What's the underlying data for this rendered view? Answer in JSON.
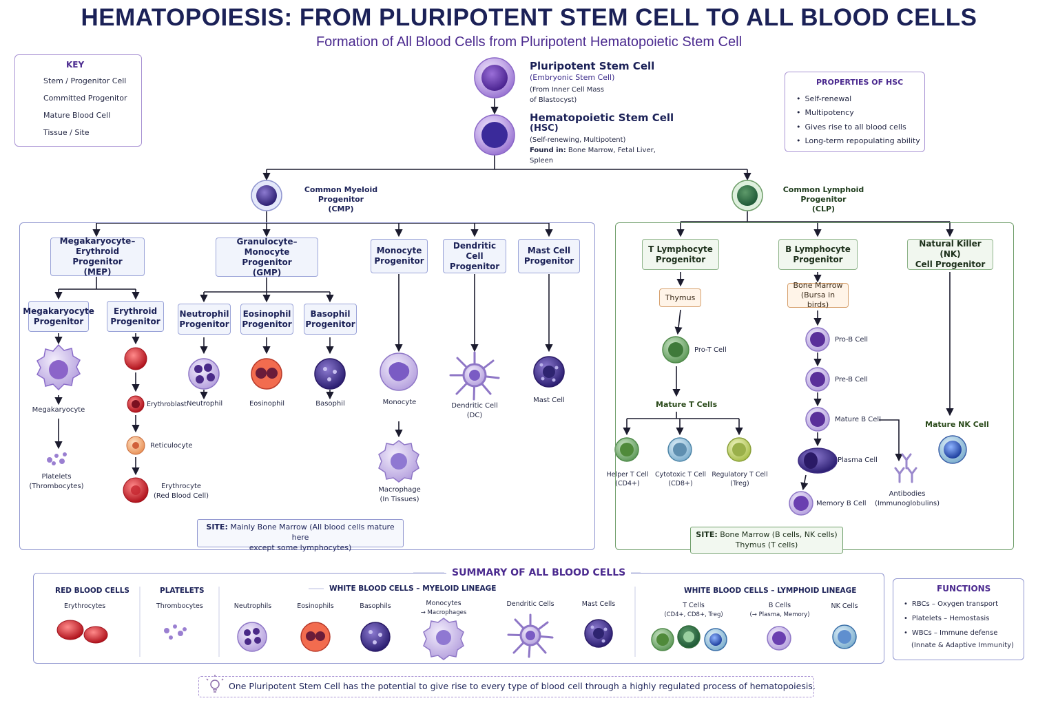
{
  "title": "HEMATOPOIESIS: FROM PLURIPOTENT STEM CELL TO ALL BLOOD CELLS",
  "subtitle": "Formation of All Blood Cells from Pluripotent Hematopoietic Stem Cell",
  "key": {
    "title": "KEY",
    "items": [
      "Stem / Progenitor Cell",
      "Committed Progenitor",
      "Mature Blood Cell",
      "Tissue / Site"
    ]
  },
  "stem": {
    "psc_title": "Pluripotent Stem Cell",
    "psc_sub": "(Embryonic Stem Cell)",
    "psc_note1": "(From Inner Cell Mass",
    "psc_note2": "of Blastocyst)",
    "hsc_title": "Hematopoietic Stem Cell",
    "hsc_abbr": "(HSC)",
    "hsc_note": "(Self-renewing, Multipotent)",
    "hsc_found_label": "Found in:",
    "hsc_found": "Bone Marrow, Fetal Liver,",
    "hsc_found2": "Spleen"
  },
  "properties": {
    "title": "PROPERTIES OF HSC",
    "items": [
      "Self-renewal",
      "Multipotency",
      "Gives rise to all blood cells",
      "Long-term repopulating ability"
    ]
  },
  "myeloid": {
    "cmp": "Common Myeloid Progenitor\n(CMP)",
    "mep": "Megakaryocyte–\nErythroid Progenitor\n(MEP)",
    "gmp": "Granulocyte–Monocyte\nProgenitor\n(GMP)",
    "mono_prog": "Monocyte\nProgenitor",
    "dc_prog": "Dendritic Cell\nProgenitor",
    "mast_prog": "Mast Cell\nProgenitor",
    "mega_prog": "Megakaryocyte\nProgenitor",
    "ery_prog": "Erythroid\nProgenitor",
    "neut_prog": "Neutrophil\nProgenitor",
    "eos_prog": "Eosinophil\nProgenitor",
    "baso_prog": "Basophil\nProgenitor",
    "megakaryocyte": "Megakaryocyte",
    "platelets": "Platelets\n(Thrombocytes)",
    "erythroblast": "Erythroblast",
    "reticulocyte": "Reticulocyte",
    "erythrocyte": "Erythrocyte\n(Red Blood Cell)",
    "neutrophil": "Neutrophil",
    "eosinophil": "Eosinophil",
    "basophil": "Basophil",
    "monocyte": "Monocyte",
    "macrophage": "Macrophage\n(In Tissues)",
    "dendritic": "Dendritic Cell\n(DC)",
    "mast": "Mast Cell",
    "site_label": "SITE:",
    "site_text": "Mainly Bone Marrow (All blood cells mature here",
    "site_text2": "except some lymphocytes)"
  },
  "lymphoid": {
    "clp": "Common Lymphoid Progenitor\n(CLP)",
    "t_prog": "T Lymphocyte\nProgenitor",
    "b_prog": "B Lymphocyte\nProgenitor",
    "nk_prog": "Natural Killer (NK)\nCell Progenitor",
    "thymus": "Thymus",
    "bone_marrow": "Bone Marrow\n(Bursa in birds)",
    "pro_t": "Pro-T Cell",
    "mature_t": "Mature T Cells",
    "helper_t": "Helper T Cell\n(CD4+)",
    "cytotoxic_t": "Cytotoxic T Cell\n(CD8+)",
    "reg_t": "Regulatory T Cell\n(Treg)",
    "pro_b": "Pro-B Cell",
    "pre_b": "Pre-B Cell",
    "mature_b": "Mature B Cell",
    "plasma": "Plasma Cell",
    "memory_b": "Memory B Cell",
    "antibodies": "Antibodies\n(Immunoglobulins)",
    "mature_nk": "Mature NK Cell",
    "site_label": "SITE:",
    "site_text": "Bone Marrow (B cells, NK cells)",
    "site_text2": "Thymus (T cells)"
  },
  "summary": {
    "title": "SUMMARY OF ALL BLOOD CELLS",
    "rbc_title": "RED BLOOD CELLS",
    "rbc_sub": "Erythrocytes",
    "plt_title": "PLATELETS",
    "plt_sub": "Thrombocytes",
    "myeloid_title": "WHITE BLOOD CELLS – MYELOID LINEAGE",
    "lymphoid_title": "WHITE BLOOD CELLS – LYMPHOID LINEAGE",
    "neut": "Neutrophils",
    "eos": "Eosinophils",
    "baso": "Basophils",
    "mono": "Monocytes",
    "mono_sub": "→ Macrophages",
    "dc": "Dendritic Cells",
    "mast": "Mast Cells",
    "t": "T Cells",
    "t_sub": "(CD4+, CD8+, Treg)",
    "b": "B Cells",
    "b_sub": "(→ Plasma, Memory)",
    "nk": "NK Cells"
  },
  "functions": {
    "title": "FUNCTIONS",
    "items": [
      "RBCs – Oxygen transport",
      "Platelets – Hemostasis",
      "WBCs – Immune defense"
    ],
    "extra": "(Innate & Adaptive Immunity)"
  },
  "footer": "One Pluripotent Stem Cell has the potential to give rise to every type of blood cell through a highly regulated process of hematopoiesis.",
  "colors": {
    "stem": "#7a4fc0",
    "committed": "#2f5fbf",
    "mature": "#c8202a",
    "tissue": "#f3a868",
    "myeloid_border": "#8f95cf",
    "lymphoid_border": "#6f9e6a"
  }
}
